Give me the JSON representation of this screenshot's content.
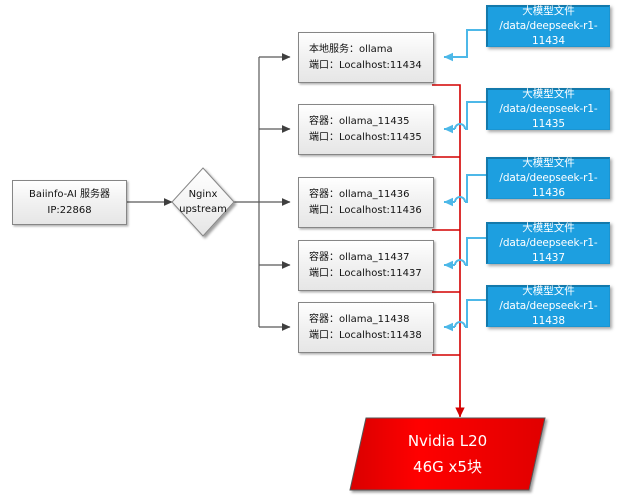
{
  "diagram": {
    "title": "Baiinfo-AI Ollama deployment architecture",
    "colors": {
      "red_link": "#d40000",
      "blue_link": "#4db8e8",
      "grey_link": "#595959",
      "blue_box_fill": "#1d9fe0",
      "gpu_fill": "#ef0000",
      "box_border": "#868686"
    }
  },
  "server": {
    "name": "server-node",
    "line1": "Baiinfo-AI 服务器",
    "line2": "IP:22868"
  },
  "balancer": {
    "name": "nginx-upstream",
    "line1": "Nginx",
    "line2": "upstream"
  },
  "services": [
    {
      "line1": "本地服务：ollama",
      "line2": "端口：Localhost:11434",
      "port": "11434",
      "kind": "local-service"
    },
    {
      "line1": "容器：ollama_11435",
      "line2": "端口：Localhost:11435",
      "port": "11435",
      "kind": "container"
    },
    {
      "line1": "容器：ollama_11436",
      "line2": "端口：Localhost:11436",
      "port": "11436",
      "kind": "container"
    },
    {
      "line1": "容器：ollama_11437",
      "line2": "端口：Localhost:11437",
      "port": "11437",
      "kind": "container"
    },
    {
      "line1": "容器：ollama_11438",
      "line2": "端口：Localhost:11438",
      "port": "11438",
      "kind": "container"
    }
  ],
  "model_files": [
    {
      "line1": "大模型文件",
      "line2": "/data/deepseek-r1-11434"
    },
    {
      "line1": "大模型文件",
      "line2": "/data/deepseek-r1-11435"
    },
    {
      "line1": "大模型文件",
      "line2": "/data/deepseek-r1-11436"
    },
    {
      "line1": "大模型文件",
      "line2": "/data/deepseek-r1-11437"
    },
    {
      "line1": "大模型文件",
      "line2": "/data/deepseek-r1-11438"
    }
  ],
  "gpu": {
    "name": "nvidia-gpu-node",
    "line1": "Nvidia L20",
    "line2": "46G x5块"
  }
}
